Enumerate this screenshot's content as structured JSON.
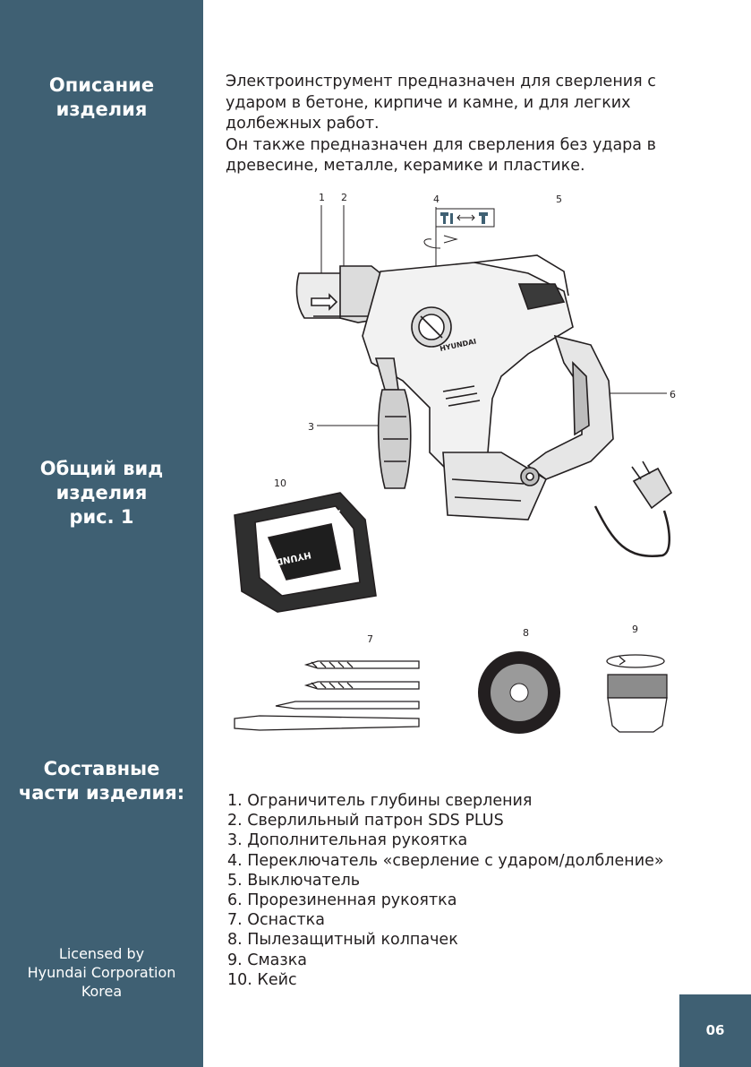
{
  "sidebar": {
    "heading_description": [
      "Описание",
      "изделия"
    ],
    "heading_overview": [
      "Общий вид",
      "изделия",
      "рис. 1"
    ],
    "heading_parts": [
      "Составные",
      "части изделия:"
    ],
    "license": [
      "Licensed by",
      "Hyundai Corporation",
      "Korea"
    ]
  },
  "intro": {
    "lines": [
      "Электроинструмент предназначен для сверления с",
      "ударом в бетоне, кирпиче и камне, и  для легких",
      "долбежных работ.",
      "Он также предназначен для сверления без удара в",
      "древесине, металле, керамике и пластике."
    ]
  },
  "figure": {
    "callouts": [
      "1",
      "2",
      "3",
      "4",
      "5",
      "6",
      "7",
      "8",
      "9",
      "10"
    ],
    "brand_drill": "HYUNDAI",
    "brand_case": "HYUNDAI",
    "icons": [
      "hammer-drill-mode-icon",
      "chisel-mode-icon",
      "rotation-arrow-icon"
    ]
  },
  "parts": {
    "items": [
      "1.  Ограничитель глубины сверления",
      "2.  Сверлильный патрон SDS PLUS",
      "3.  Дополнительная рукоятка",
      "4.  Переключатель «сверление с ударом/долбление»",
      "5. Выключатель",
      "6. Прорезиненная рукоятка",
      "7. Оснастка",
      "8. Пылезащитный колпачек",
      "9. Смазка",
      "10. Кейс"
    ]
  },
  "page": {
    "number": "06"
  },
  "colors": {
    "sidebar": "#3f6073",
    "text": "#231f20",
    "background": "#ffffff"
  }
}
